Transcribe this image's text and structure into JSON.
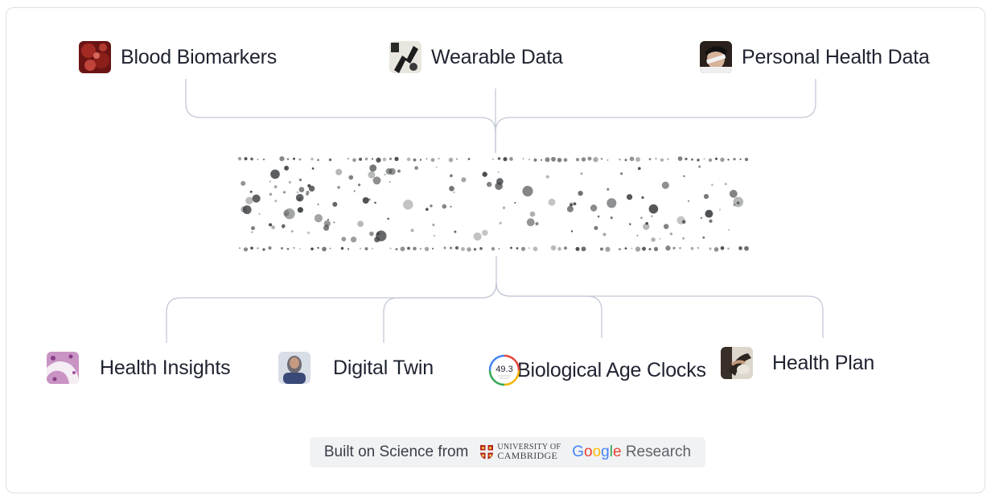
{
  "inputs": [
    {
      "label": "Blood Biomarkers",
      "icon": "blood-cell-photo"
    },
    {
      "label": "Wearable Data",
      "icon": "runner-photo"
    },
    {
      "label": "Personal Health Data",
      "icon": "person-photo"
    }
  ],
  "outputs": [
    {
      "label": "Health Insights",
      "icon": "tissue-photo"
    },
    {
      "label": "Digital Twin",
      "icon": "blurred-person-photo"
    },
    {
      "label": "Biological Age Clocks",
      "icon": "age-gauge-icon",
      "badge": "49.3"
    },
    {
      "label": "Health Plan",
      "icon": "exercise-photo"
    }
  ],
  "footer": {
    "built_on": "Built on Science from",
    "cambridge_line1": "UNIVERSITY OF",
    "cambridge_line2": "CAMBRIDGE",
    "google": "Google",
    "research": "Research"
  },
  "colors": {
    "connector": "#c3c8d6",
    "dot": "#3d4042",
    "text": "#1f2330",
    "footer_bg": "#f1f2f4"
  }
}
